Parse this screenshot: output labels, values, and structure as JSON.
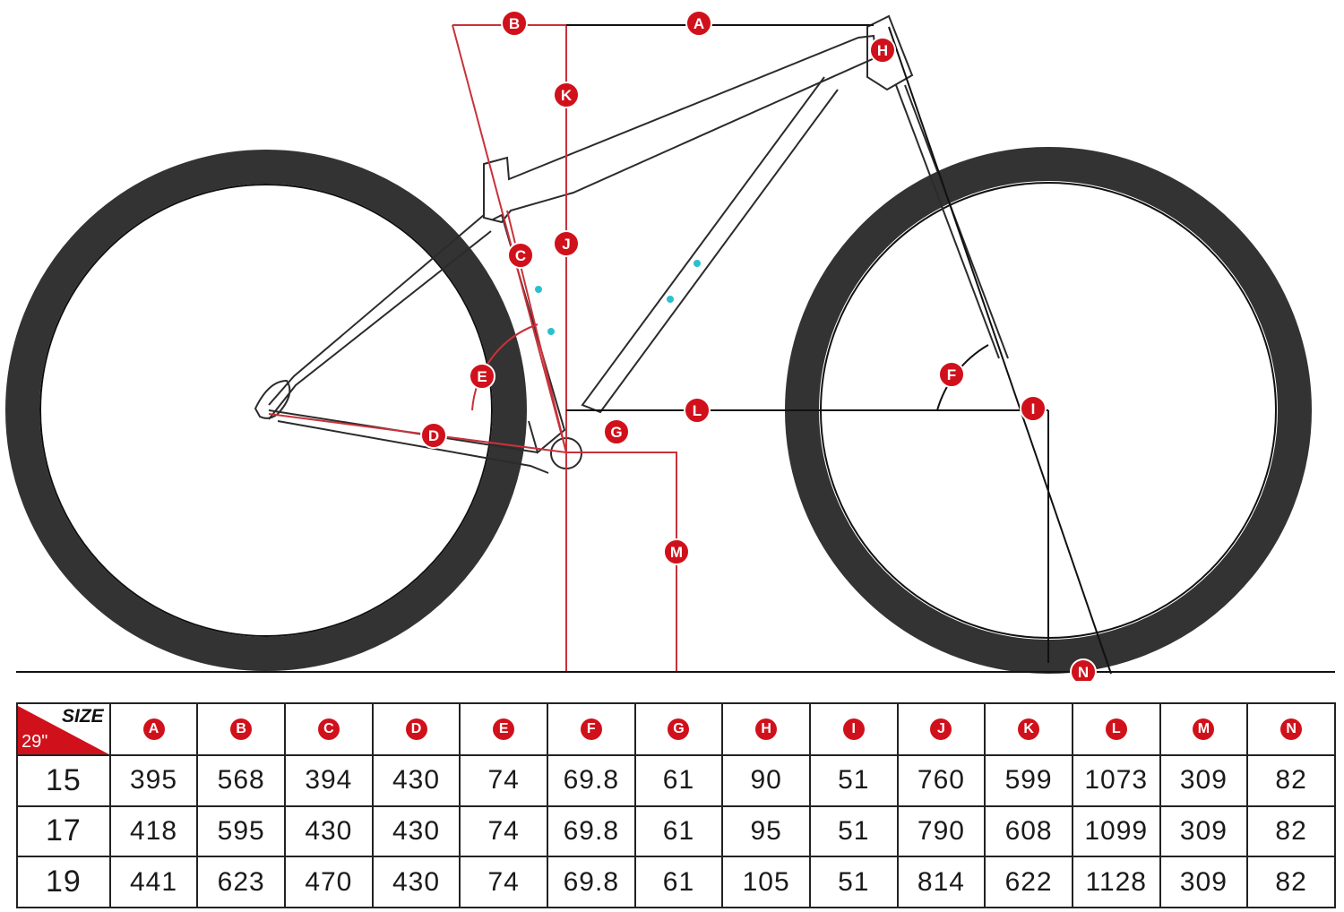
{
  "markers": [
    "A",
    "B",
    "C",
    "D",
    "E",
    "F",
    "G",
    "H",
    "I",
    "J",
    "K",
    "L",
    "M",
    "N"
  ],
  "table": {
    "corner_size_label": "SIZE",
    "corner_wheel_label": "29\"",
    "columns": [
      "A",
      "B",
      "C",
      "D",
      "E",
      "F",
      "G",
      "H",
      "I",
      "J",
      "K",
      "L",
      "M",
      "N"
    ],
    "rows": [
      {
        "size": "15",
        "values": [
          "395",
          "568",
          "394",
          "430",
          "74",
          "69.8",
          "61",
          "90",
          "51",
          "760",
          "599",
          "1073",
          "309",
          "82"
        ]
      },
      {
        "size": "17",
        "values": [
          "418",
          "595",
          "430",
          "430",
          "74",
          "69.8",
          "61",
          "95",
          "51",
          "790",
          "608",
          "1099",
          "309",
          "82"
        ]
      },
      {
        "size": "19",
        "values": [
          "441",
          "623",
          "470",
          "430",
          "74",
          "69.8",
          "61",
          "105",
          "51",
          "814",
          "622",
          "1128",
          "309",
          "82"
        ]
      }
    ]
  },
  "colors": {
    "marker_fill": "#d0111b",
    "dimension_line": "#c8323a",
    "tire": "#333333",
    "frame_outline": "#2b2b2b"
  }
}
